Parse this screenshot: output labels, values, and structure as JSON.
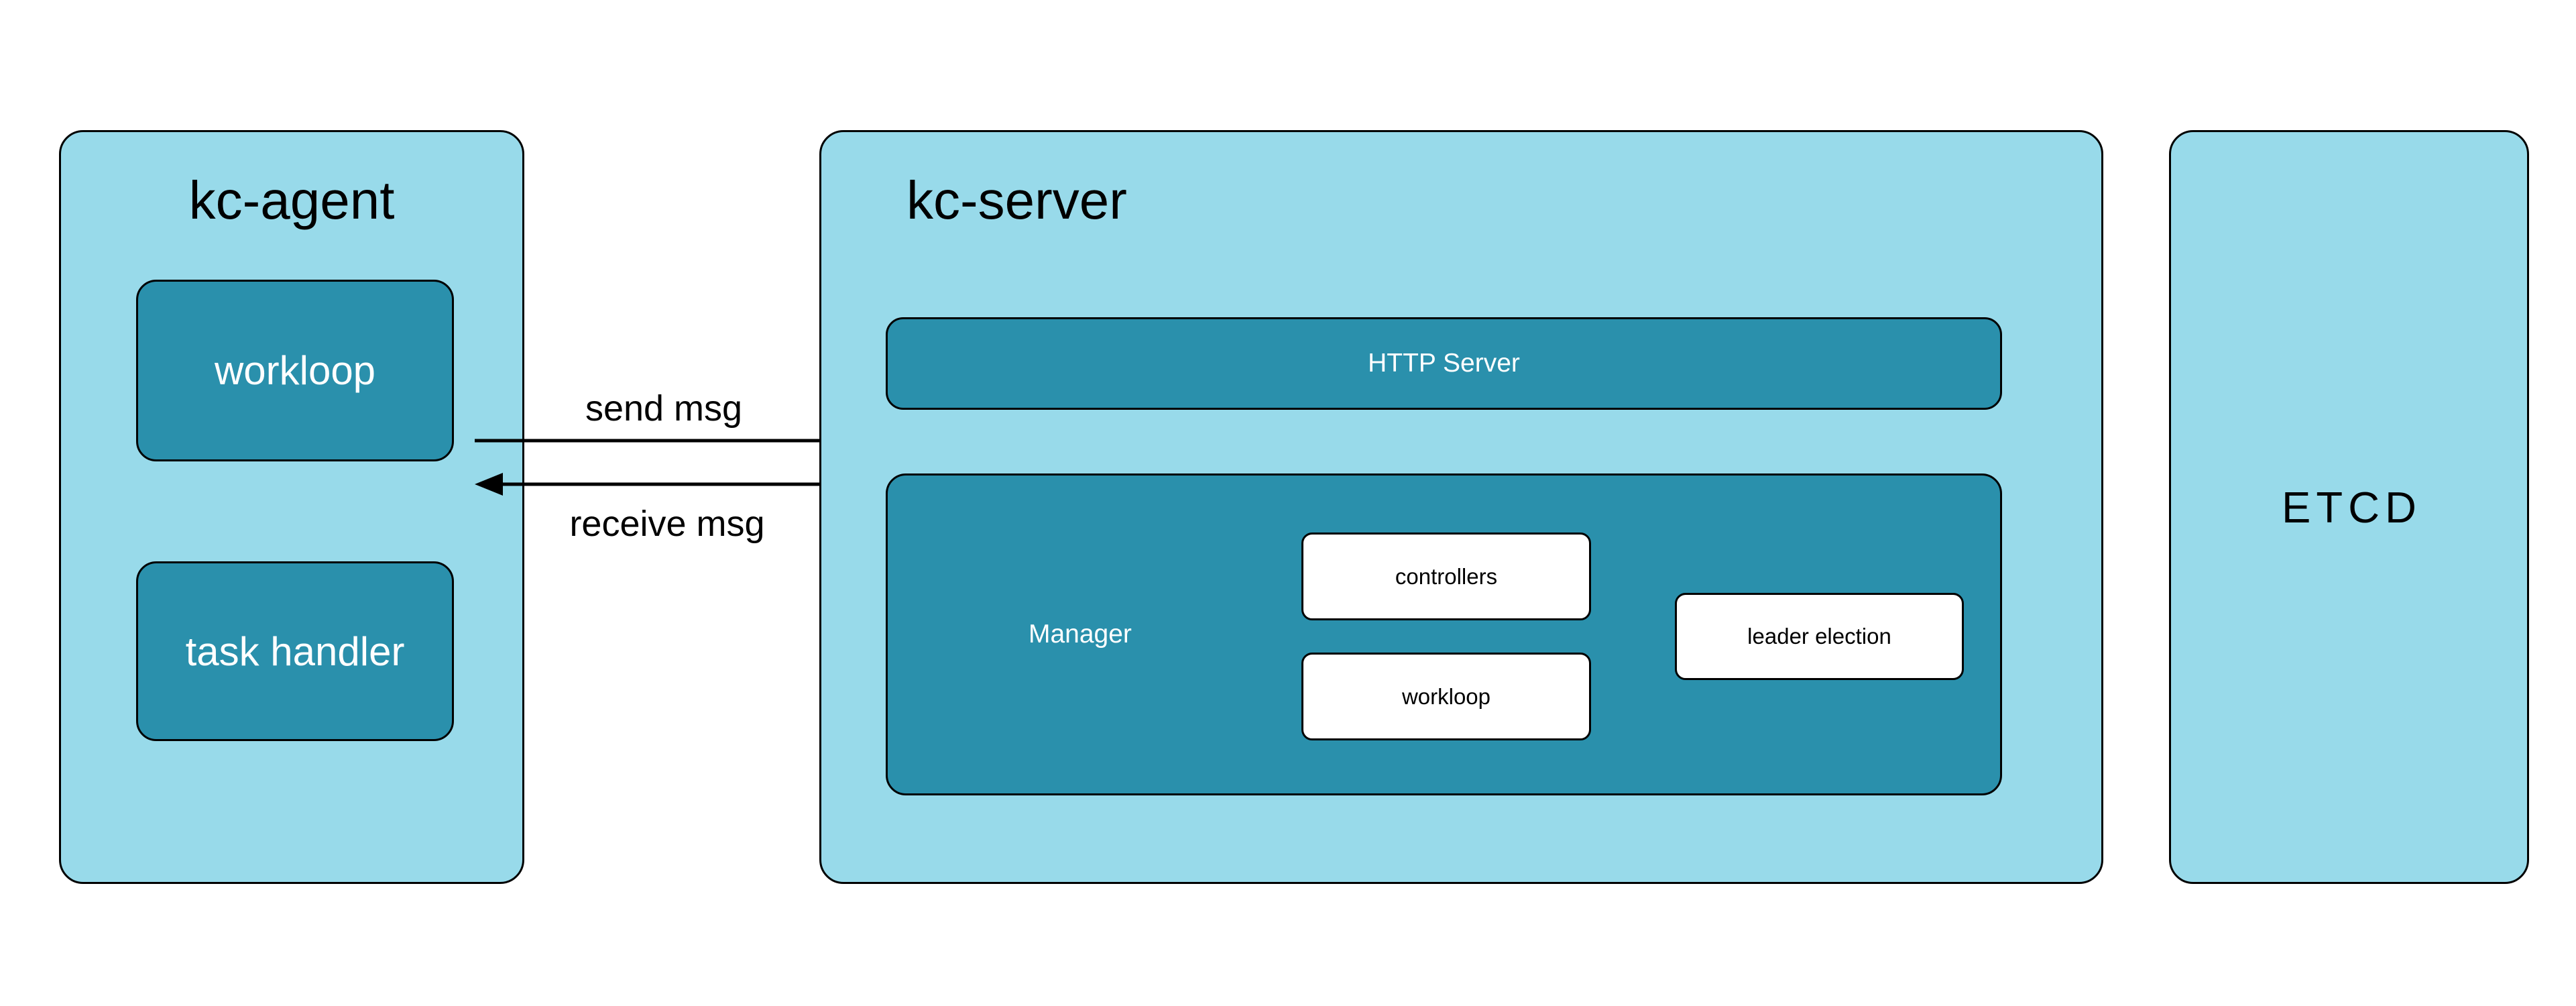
{
  "colors": {
    "container_fill": "#98daea",
    "component_fill": "#2a90ac",
    "white_box_fill": "#ffffff",
    "border": "#000000",
    "text_dark": "#000000",
    "text_light": "#ffffff",
    "canvas_bg": "#ffffff"
  },
  "kc_agent": {
    "title": "kc-agent",
    "workloop_label": "workloop",
    "task_handler_label": "task handler"
  },
  "arrows": {
    "send_label": "send msg",
    "receive_label": "receive msg"
  },
  "kc_server": {
    "title": "kc-server",
    "http_server_label": "HTTP Server",
    "manager_label": "Manager",
    "controllers_label": "controllers",
    "workloop_label": "workloop",
    "leader_election_label": "leader election"
  },
  "etcd": {
    "title": "ETCD"
  }
}
